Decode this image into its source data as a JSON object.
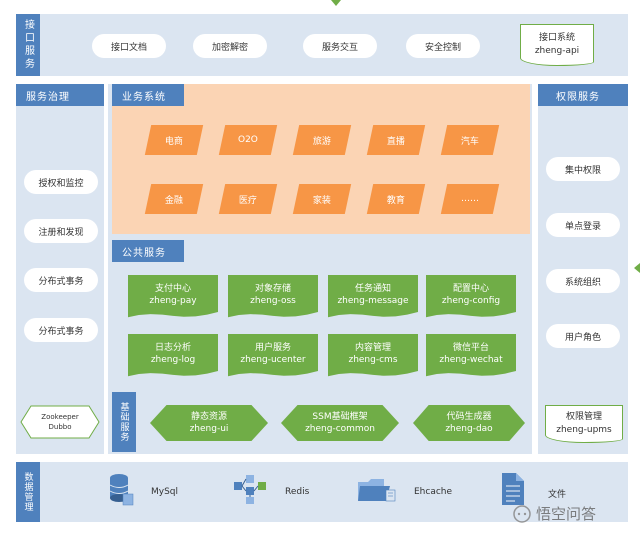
{
  "colors": {
    "blue": "#4f81bd",
    "panel": "#dbe5f1",
    "orange": "#f79646",
    "peach": "#fbd4b4",
    "green": "#70ad47"
  },
  "interface": {
    "label": "接口服务",
    "items": [
      "接口文档",
      "加密解密",
      "服务交互",
      "安全控制"
    ],
    "api": {
      "name": "接口系统",
      "code": "zheng-api"
    }
  },
  "governance": {
    "title": "服务治理",
    "items": [
      "授权和监控",
      "注册和发现",
      "分布式事务",
      "分布式事务"
    ],
    "zk": {
      "line1": "Zookeeper",
      "line2": "Dubbo"
    }
  },
  "business": {
    "title": "业务系统",
    "row1": [
      "电商",
      "O2O",
      "旅游",
      "直播",
      "汽车"
    ],
    "row2": [
      "金融",
      "医疗",
      "家装",
      "教育",
      "……"
    ]
  },
  "public": {
    "title": "公共服务",
    "items": [
      {
        "name": "支付中心",
        "code": "zheng-pay"
      },
      {
        "name": "对象存储",
        "code": "zheng-oss"
      },
      {
        "name": "任务通知",
        "code": "zheng-message"
      },
      {
        "name": "配置中心",
        "code": "zheng-config"
      },
      {
        "name": "日志分析",
        "code": "zheng-log"
      },
      {
        "name": "用户服务",
        "code": "zheng-ucenter"
      },
      {
        "name": "内容管理",
        "code": "zheng-cms"
      },
      {
        "name": "微信平台",
        "code": "zheng-wechat"
      }
    ]
  },
  "base": {
    "label": "基础服务",
    "items": [
      {
        "name": "静态资源",
        "code": "zheng-ui"
      },
      {
        "name": "SSM基础框架",
        "code": "zheng-common"
      },
      {
        "name": "代码生成器",
        "code": "zheng-dao"
      }
    ]
  },
  "permission": {
    "title": "权限服务",
    "items": [
      "集中权限",
      "单点登录",
      "系统组织",
      "用户角色"
    ],
    "upms": {
      "name": "权限管理",
      "code": "zheng-upms"
    }
  },
  "data": {
    "label": "数据管理",
    "items": [
      {
        "label": "MySql",
        "icon": "database-icon"
      },
      {
        "label": "Redis",
        "icon": "cluster-icon"
      },
      {
        "label": "Ehcache",
        "icon": "folder-icon"
      },
      {
        "label": "文件",
        "icon": "file-icon"
      }
    ]
  },
  "watermark": "悟空问答"
}
